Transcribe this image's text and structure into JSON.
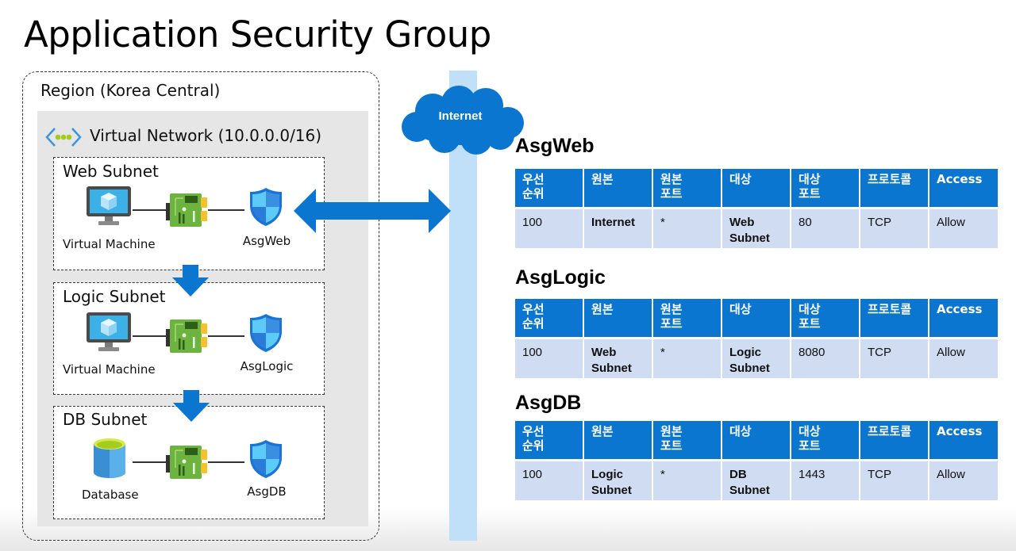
{
  "title": "Application Security Group",
  "region": {
    "label": "Region (Korea Central)",
    "vnet": {
      "label": "Virtual Network (10.0.0.0/16)",
      "icon": "virtual-network-icon",
      "subnets": [
        {
          "label": "Web Subnet",
          "resource_label": "Virtual Machine",
          "resource_icon": "virtual-machine-icon",
          "nic_icon": "network-interface-icon",
          "asg_label": "AsgWeb",
          "asg_icon": "shield-icon"
        },
        {
          "label": "Logic Subnet",
          "resource_label": "Virtual Machine",
          "resource_icon": "virtual-machine-icon",
          "nic_icon": "network-interface-icon",
          "asg_label": "AsgLogic",
          "asg_icon": "shield-icon"
        },
        {
          "label": "DB Subnet",
          "resource_label": "Database",
          "resource_icon": "database-icon",
          "nic_icon": "network-interface-icon",
          "asg_label": "AsgDB",
          "asg_icon": "shield-icon"
        }
      ]
    }
  },
  "internet": {
    "label": "Internet",
    "icon": "cloud-icon"
  },
  "colors": {
    "accent_blue": "#0a76d0",
    "table_row": "#cfdcf1",
    "internet_bar": "#bfe0f8",
    "vnet_bg": "#e6e6e6"
  },
  "table_headers": [
    "우선\n순위",
    "원본",
    "원본\n포트",
    "대상",
    "대상\n포트",
    "프로토콜",
    "Access"
  ],
  "rule_tables": [
    {
      "title": "AsgWeb",
      "headers": [
        [
          "우선",
          "순위"
        ],
        [
          "원본"
        ],
        [
          "원본",
          "포트"
        ],
        [
          "대상"
        ],
        [
          "대상",
          "포트"
        ],
        [
          "프로토콜"
        ],
        [
          "Access"
        ]
      ],
      "rows": [
        [
          [
            "100"
          ],
          [
            "Internet"
          ],
          [
            "*"
          ],
          [
            "Web",
            "Subnet"
          ],
          [
            "80"
          ],
          [
            "TCP"
          ],
          [
            "Allow"
          ]
        ]
      ]
    },
    {
      "title": "AsgLogic",
      "headers": [
        [
          "우선",
          "순위"
        ],
        [
          "원본"
        ],
        [
          "원본",
          "포트"
        ],
        [
          "대상"
        ],
        [
          "대상",
          "포트"
        ],
        [
          "프로토콜"
        ],
        [
          "Access"
        ]
      ],
      "rows": [
        [
          [
            "100"
          ],
          [
            "Web",
            "Subnet"
          ],
          [
            "*"
          ],
          [
            "Logic",
            "Subnet"
          ],
          [
            "8080"
          ],
          [
            "TCP"
          ],
          [
            "Allow"
          ]
        ]
      ]
    },
    {
      "title": "AsgDB",
      "headers": [
        [
          "우선",
          "순위"
        ],
        [
          "원본"
        ],
        [
          "원본",
          "포트"
        ],
        [
          "대상"
        ],
        [
          "대상",
          "포트"
        ],
        [
          "프로토콜"
        ],
        [
          "Access"
        ]
      ],
      "rows": [
        [
          [
            "100"
          ],
          [
            "Logic",
            "Subnet"
          ],
          [
            "*"
          ],
          [
            "DB",
            "Subnet"
          ],
          [
            "1443"
          ],
          [
            "TCP"
          ],
          [
            "Allow"
          ]
        ]
      ]
    }
  ]
}
